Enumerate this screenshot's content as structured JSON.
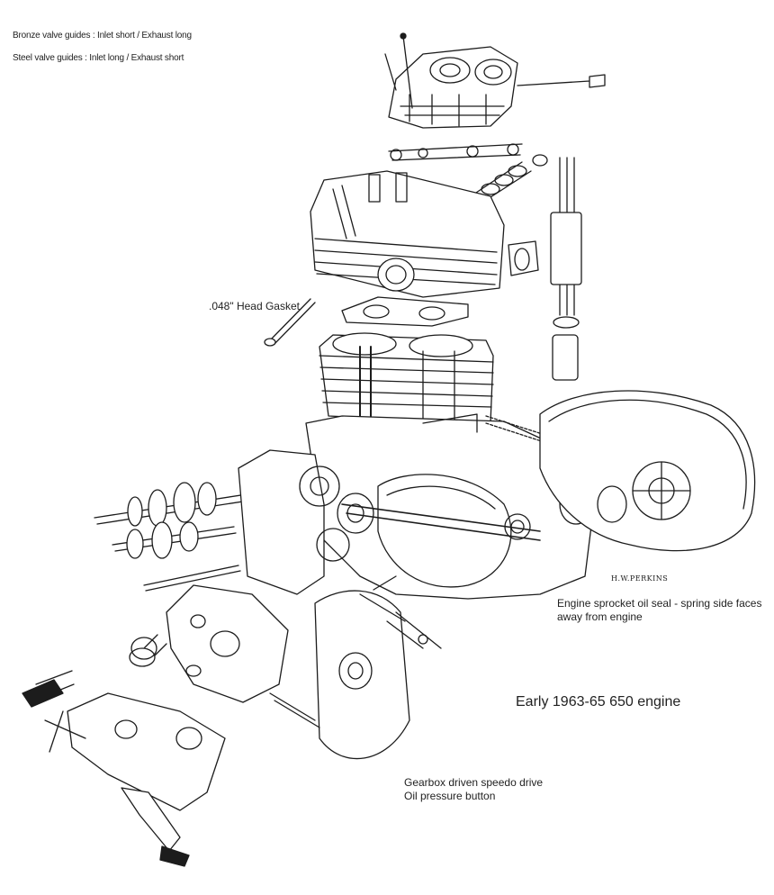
{
  "notes": {
    "bronze_guides": "Bronze valve guides : Inlet short / Exhaust long",
    "steel_guides": "Steel valve guides : Inlet long / Exhaust short"
  },
  "labels": {
    "head_gasket": ".048\" Head Gasket",
    "sprocket_seal_line1": "Engine sprocket oil seal - spring side faces",
    "sprocket_seal_line2": "away from engine",
    "engine_title": "Early 1963-65 650 engine",
    "speedo_line1": "Gearbox driven speedo drive",
    "speedo_line2": "Oil pressure button"
  },
  "signature": "H.W.PERKINS"
}
